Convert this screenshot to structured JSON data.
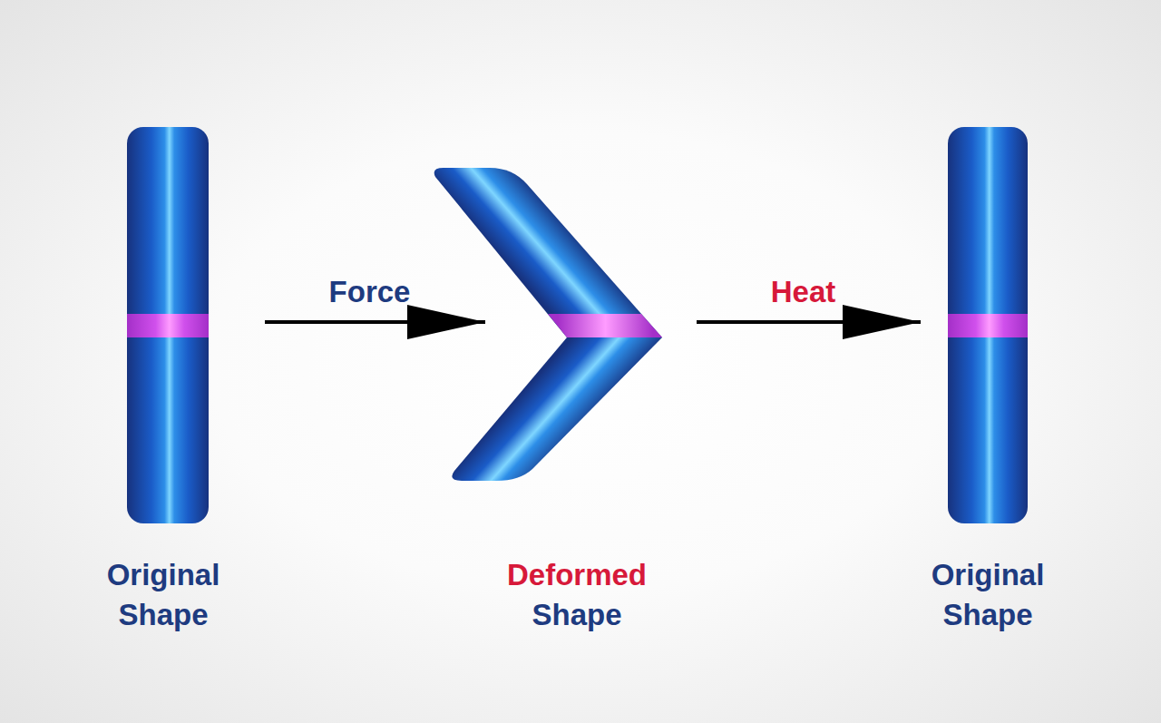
{
  "diagram": {
    "nodes": [
      {
        "text": [
          "Original Shape"
        ]
      },
      {
        "text": [
          "Deformed Shape"
        ]
      },
      {
        "text": [
          "Original Shape"
        ]
      }
    ],
    "edges": [
      {
        "from": 0,
        "to": 1,
        "arrow": "to",
        "label": "Force"
      },
      {
        "from": 1,
        "to": 2,
        "arrow": "to",
        "label": "Heat"
      }
    ]
  }
}
